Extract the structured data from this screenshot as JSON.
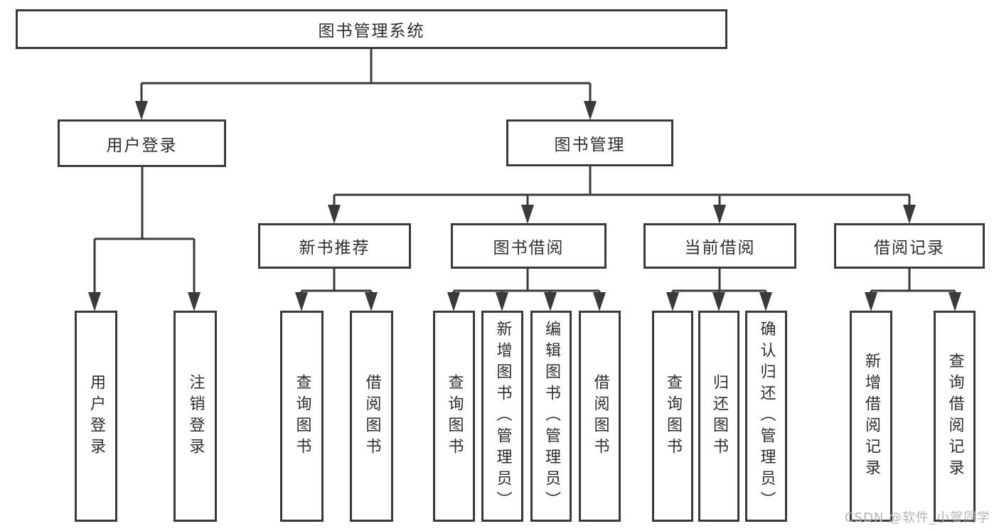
{
  "diagram_type": "functional-decomposition-tree",
  "colors": {
    "line": "#3a3a3a",
    "box_border": "#3a3a3a",
    "box_fill": "#ffffff",
    "text": "#2e2e2e",
    "watermark": "#b5b5b5",
    "background": "#ffffff"
  },
  "watermark": "CSDN @软件_小贺同学",
  "tree": {
    "root": {
      "label": "图书管理系统"
    },
    "branches": [
      {
        "label": "用户登录",
        "children": [
          {
            "label": "用户登录"
          },
          {
            "label": "注销登录"
          }
        ]
      },
      {
        "label": "图书管理",
        "children": [
          {
            "label": "新书推荐",
            "children": [
              {
                "label": "查询图书"
              },
              {
                "label": "借阅图书"
              }
            ]
          },
          {
            "label": "图书借阅",
            "children": [
              {
                "label": "查询图书"
              },
              {
                "label": "新增图书（管理员）"
              },
              {
                "label": "编辑图书（管理员）"
              },
              {
                "label": "借阅图书"
              }
            ]
          },
          {
            "label": "当前借阅",
            "children": [
              {
                "label": "查询图书"
              },
              {
                "label": "归还图书"
              },
              {
                "label": "确认归还（管理员）"
              }
            ]
          },
          {
            "label": "借阅记录",
            "children": [
              {
                "label": "新增借阅记录"
              },
              {
                "label": "查询借阅记录"
              }
            ]
          }
        ]
      }
    ]
  }
}
